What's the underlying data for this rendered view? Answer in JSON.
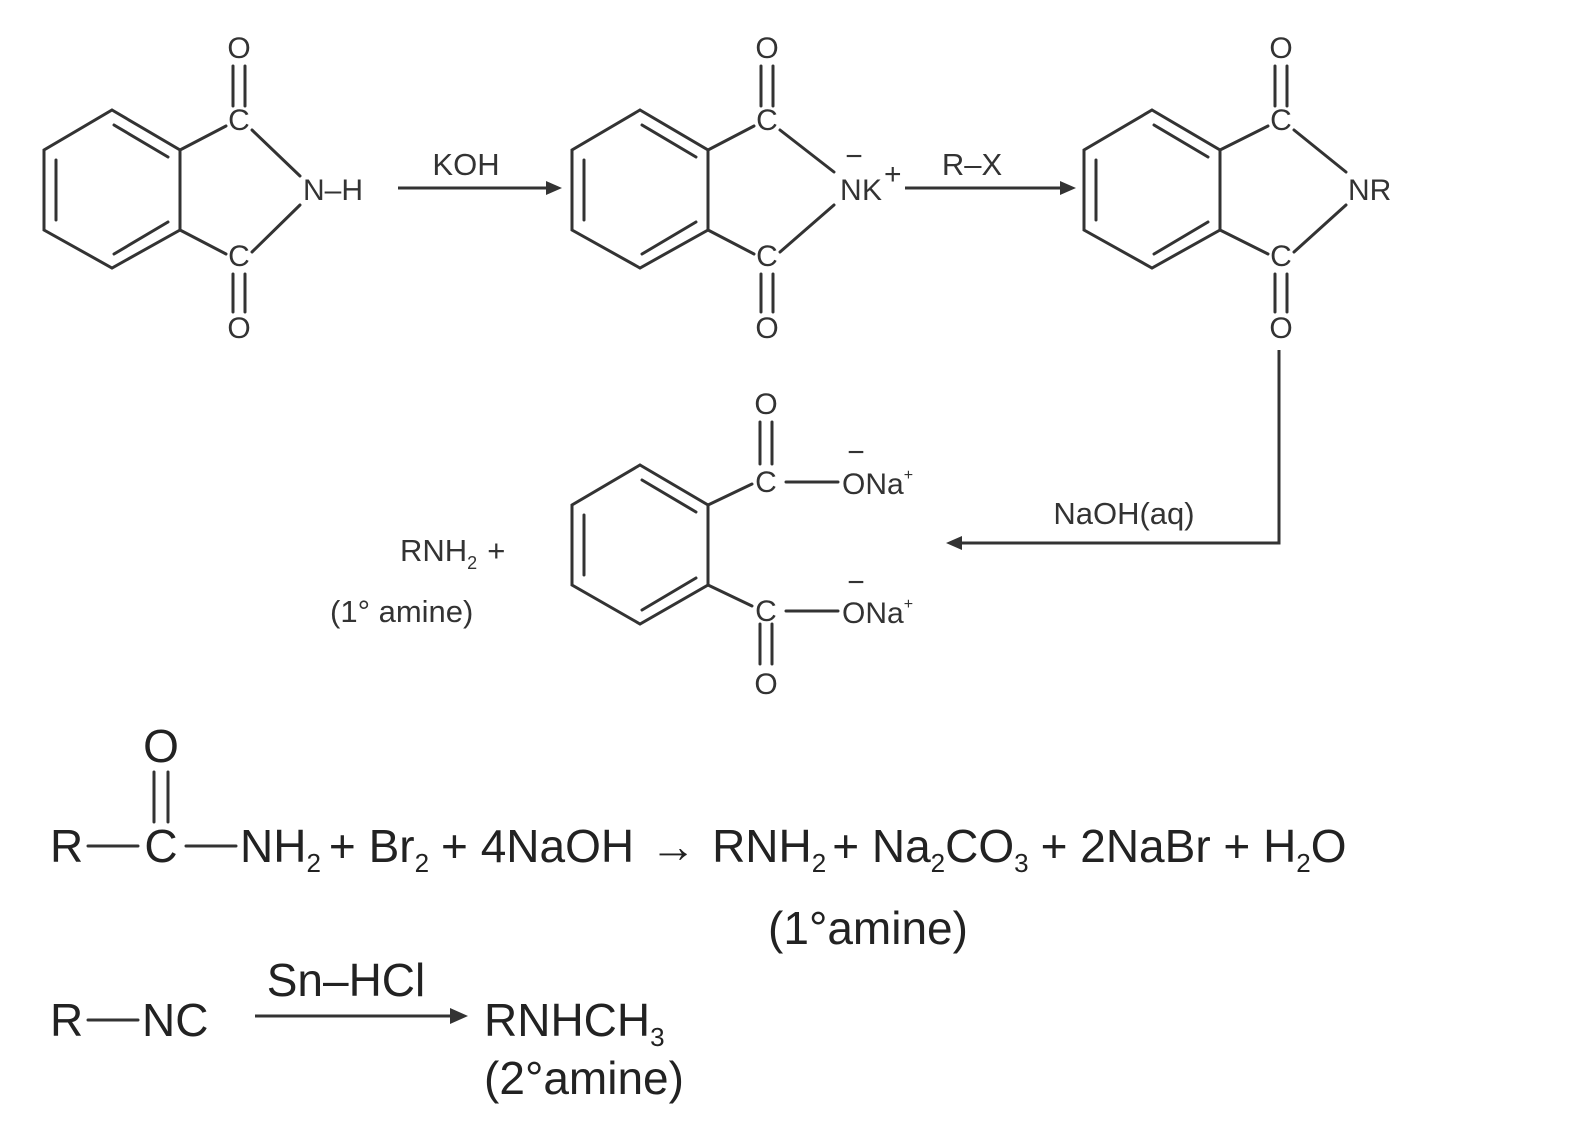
{
  "gabriel": {
    "carbonyl_o": "O",
    "carbonyl_c": "C",
    "step1": {
      "nh": "N–H",
      "reagent": "KOH"
    },
    "step2": {
      "n": "N",
      "charge_minus": "−",
      "k": "K",
      "charge_plus": "+",
      "reagent": "R–X"
    },
    "step3": {
      "nr": "NR",
      "reagent": "NaOH(aq)"
    },
    "products": {
      "amine": "RNH",
      "amine_sub": "2",
      "plus": "+",
      "amine_note": "(1° amine)",
      "o": "O",
      "minus": "−",
      "na": "Na",
      "plus_sup": "+"
    }
  },
  "hofmann": {
    "r": "R",
    "c": "C",
    "o": "O",
    "nh": "NH",
    "two": "2",
    "plus_br": "+ Br",
    "rest1": "+ 4NaOH",
    "arrow": "→",
    "prod_rnh": "RNH",
    "plus_na": "+ Na",
    "co": "CO",
    "three": "3",
    "plus_nabr": "+ 2NaBr + H",
    "o_end": "O",
    "note": "(1°amine)"
  },
  "isocyanide": {
    "r": "R",
    "nc": "NC",
    "reagent": "Sn–HCl",
    "product": "RNHCH",
    "product_sub": "3",
    "note": "(2°amine)"
  }
}
